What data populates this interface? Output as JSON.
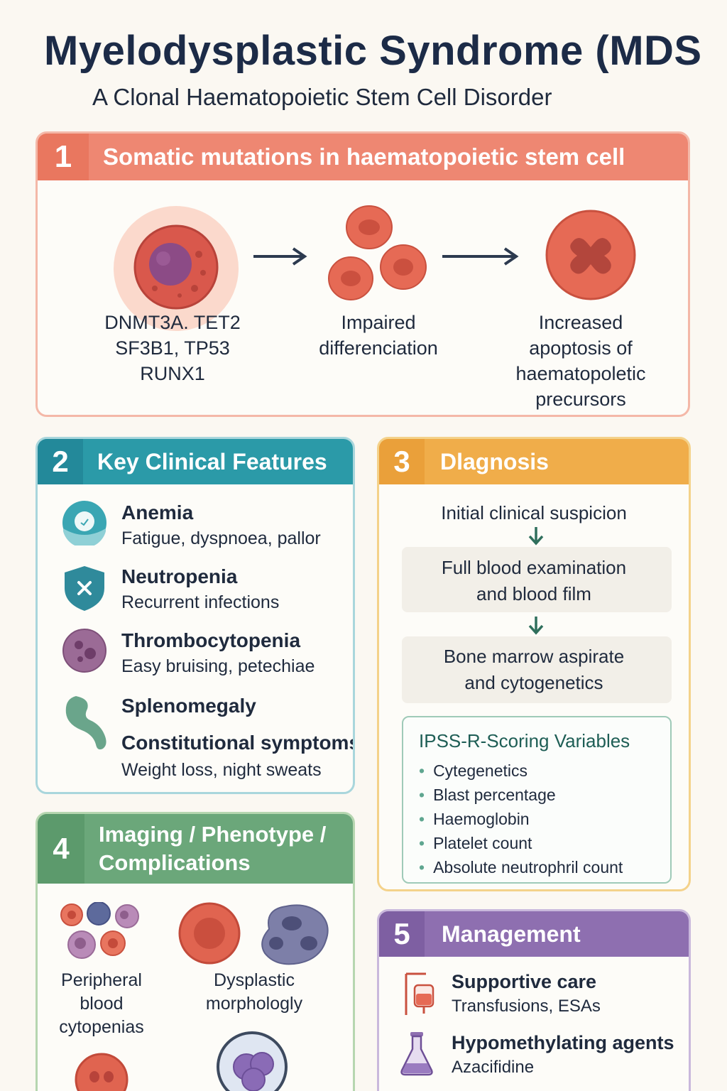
{
  "header": {
    "title": "Myelodysplastic Syndrome (MDS",
    "subtitle": "A Clonal Haematopoietic Stem Cell Disorder"
  },
  "panel1": {
    "number": "1",
    "title": "Somatic mutations in haematopoietic stem cell",
    "steps": [
      {
        "lines": [
          "DNMT3A. TET2",
          "SF3B1, TP53",
          "RUNX1"
        ]
      },
      {
        "lines": [
          "Impaired",
          "differenciation"
        ]
      },
      {
        "lines": [
          "Increased",
          "apoptosis of",
          "haematopoletic",
          "precursors"
        ]
      }
    ]
  },
  "panel2": {
    "number": "2",
    "title": "Key Clinical Features",
    "features": [
      {
        "title": "Anemia",
        "desc": "Fatigue, dyspnoea, pallor"
      },
      {
        "title": "Neutropenia",
        "desc": "Recurrent infections"
      },
      {
        "title": "Thrombocytopenia",
        "desc": "Easy bruising, petechiae"
      },
      {
        "title": "Splenomegaly",
        "desc": ""
      },
      {
        "title": "Constitutional symptoms",
        "desc": "Weight loss, night sweats"
      }
    ]
  },
  "panel3": {
    "number": "3",
    "title": "Dlagnosis",
    "step1": "Initial clinical suspicion",
    "step2": [
      "Full blood examination",
      "and blood film"
    ],
    "step3": [
      "Bone marrow aspirate",
      "and cytogenetics"
    ],
    "ipss_title": "IPSS-R-Scoring Variables",
    "ipss_items": [
      "Cytegenetics",
      "Blast percentage",
      "Haemoglobin",
      "Platelet count",
      "Absolute neutrophril count"
    ]
  },
  "panel4": {
    "number": "4",
    "title": "Imaging / Phenotype / Complications",
    "items": [
      {
        "lines": [
          "Peripheral",
          "blood",
          "cytopenias"
        ]
      },
      {
        "lines": [
          "Dysplastic",
          "morphologly"
        ]
      }
    ]
  },
  "panel5": {
    "number": "5",
    "title": "Management",
    "items": [
      {
        "title": "Supportive care",
        "desc": "Transfusions, ESAs"
      },
      {
        "title": "Hypomethylating agents",
        "desc": "Azacifidine"
      }
    ]
  },
  "colors": {
    "panel1": "#ee8772",
    "panel2": "#2b9aa8",
    "panel3": "#f0ad4a",
    "panel4": "#6ba77a",
    "panel5": "#8e6fb0"
  }
}
